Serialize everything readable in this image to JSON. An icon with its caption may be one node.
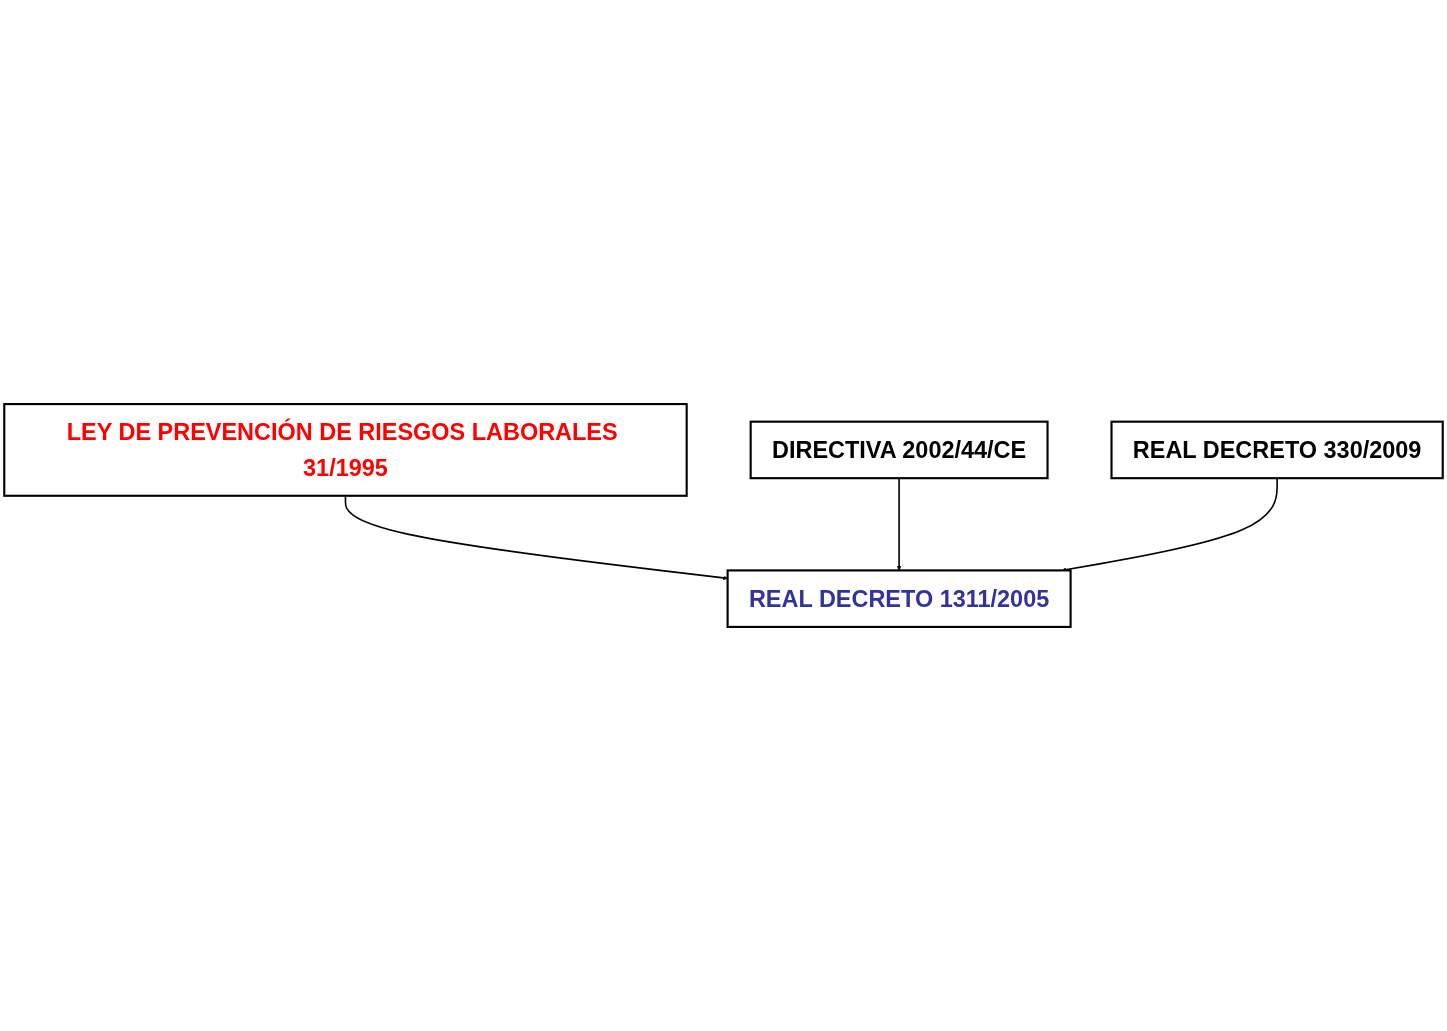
{
  "diagram": {
    "nodes": [
      {
        "text": [
          "LEY DE PREVENCIÓN DE RIESGOS LABORALES 31/1995"
        ]
      },
      {
        "text": [
          "DIRECTIVA 2002/44/CE"
        ]
      },
      {
        "text": [
          "REAL DECRETO 1311/2005"
        ]
      },
      {
        "text": [
          "REAL DECRETO 330/2009"
        ]
      }
    ],
    "edges": [
      {
        "from": 0,
        "to": 2,
        "arrow": "to"
      },
      {
        "from": 1,
        "to": 2,
        "arrow": "to"
      },
      {
        "from": 3,
        "to": 2,
        "arrow": "to"
      }
    ]
  }
}
